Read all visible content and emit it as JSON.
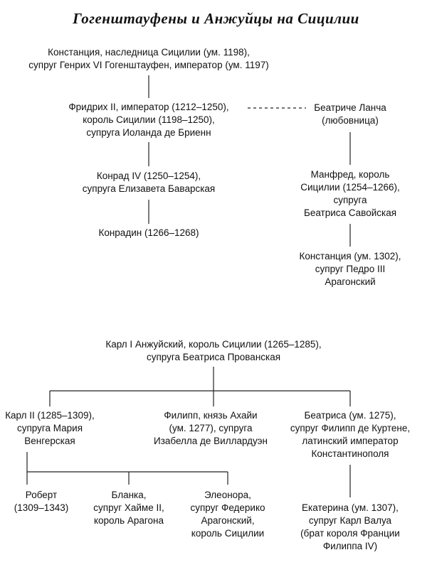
{
  "title": "Гогенштауфены и Анжуйцы на Сицилии",
  "nodes": {
    "konstanciya": [
      "Констанция, наследница Сицилии (ум. 1198),",
      "супруг Генрих VI Гогенштауфен, император (ум. 1197)"
    ],
    "fridrih": [
      "Фридрих II, император (1212–1250),",
      "король Сицилии (1198–1250),",
      "супруга Иоланда де Бриенн"
    ],
    "beatriche": [
      "Беатриче Ланча",
      "(любовница)"
    ],
    "konrad": [
      "Конрад IV (1250–1254),",
      "супруга Елизавета Баварская"
    ],
    "manfred": [
      "Манфред, король",
      "Сицилии (1254–1266),",
      "супруга",
      "Беатриса Савойская"
    ],
    "konradin": [
      "Конрадин (1266–1268)"
    ],
    "konstanciya2": [
      "Констанция (ум. 1302),",
      "супруг Педро III",
      "Арагонский"
    ],
    "karl1": [
      "Карл I Анжуйский, король Сицилии (1265–1285),",
      "супруга Беатриса Прованская"
    ],
    "karl2": [
      "Карл II (1285–1309),",
      "супруга Мария",
      "Венгерская"
    ],
    "filipp": [
      "Филипп, князь Ахайи",
      "(ум. 1277), супруга",
      "Изабелла де Виллардуэн"
    ],
    "beatrisa": [
      "Беатриса (ум. 1275),",
      "супруг Филипп де Куртене,",
      "латинский император",
      "Константинополя"
    ],
    "robert": [
      "Роберт",
      "(1309–1343)"
    ],
    "blanka": [
      "Бланка,",
      "супруг Хайме II,",
      "король Арагона"
    ],
    "eleonora": [
      "Элеонора,",
      "супруг Федерико",
      "Арагонский,",
      "король Сицилии"
    ],
    "ekaterina": [
      "Екатерина (ум. 1307),",
      "супруг Карл Валуа",
      "(брат короля Франции",
      "Филиппа IV)"
    ]
  }
}
